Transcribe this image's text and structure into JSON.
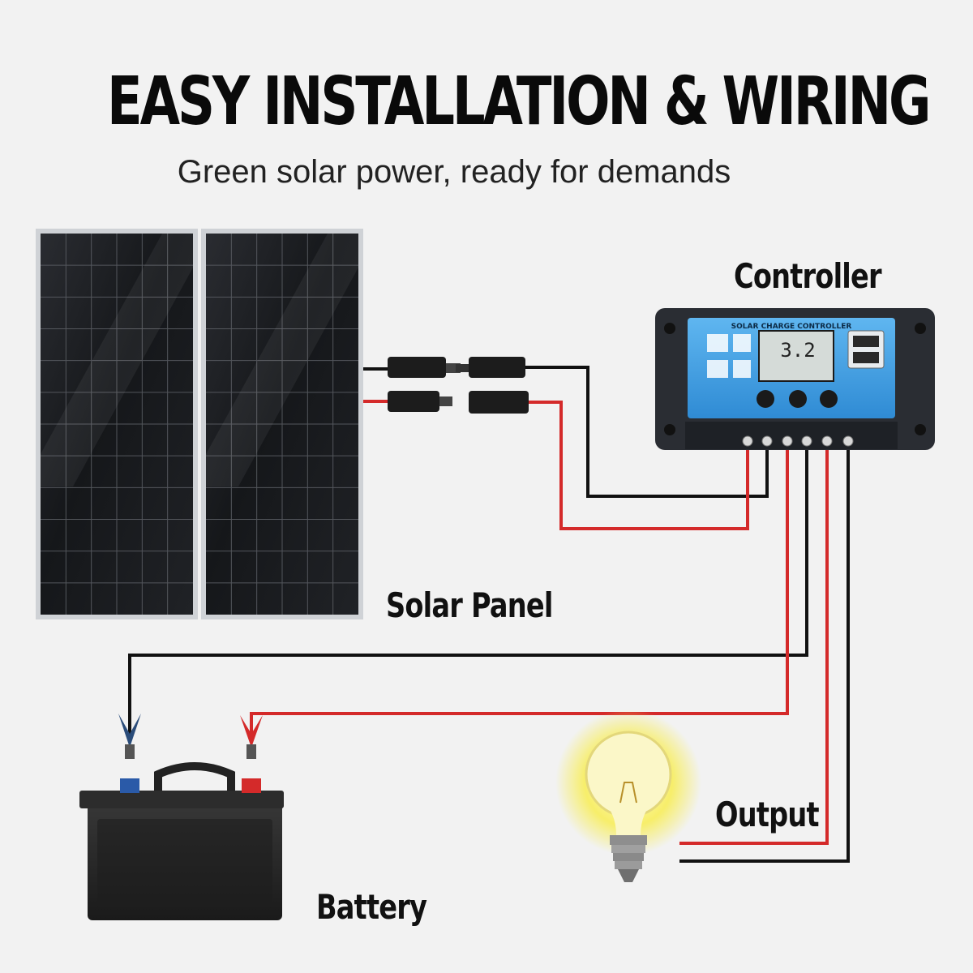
{
  "header": {
    "title": "EASY INSTALLATION & WIRING",
    "subtitle": "Green solar power, ready for demands"
  },
  "labels": {
    "controller": "Controller",
    "solar_panel": "Solar Panel",
    "battery": "Battery",
    "output": "Output"
  },
  "controller": {
    "device_banner": "SOLAR CHARGE CONTROLLER",
    "display_value": "3.2"
  },
  "colors": {
    "wire_positive": "#d42a2a",
    "wire_negative": "#111111",
    "panel_cell": "#1b1d21",
    "controller_blue": "#3a9be0",
    "bulb_glow": "#f7ee6a"
  },
  "icons": [
    "solar-panel-icon",
    "mc4-connector-icon",
    "controller-icon",
    "usb-port-icon",
    "battery-icon",
    "alligator-clip-icon",
    "light-bulb-icon"
  ]
}
